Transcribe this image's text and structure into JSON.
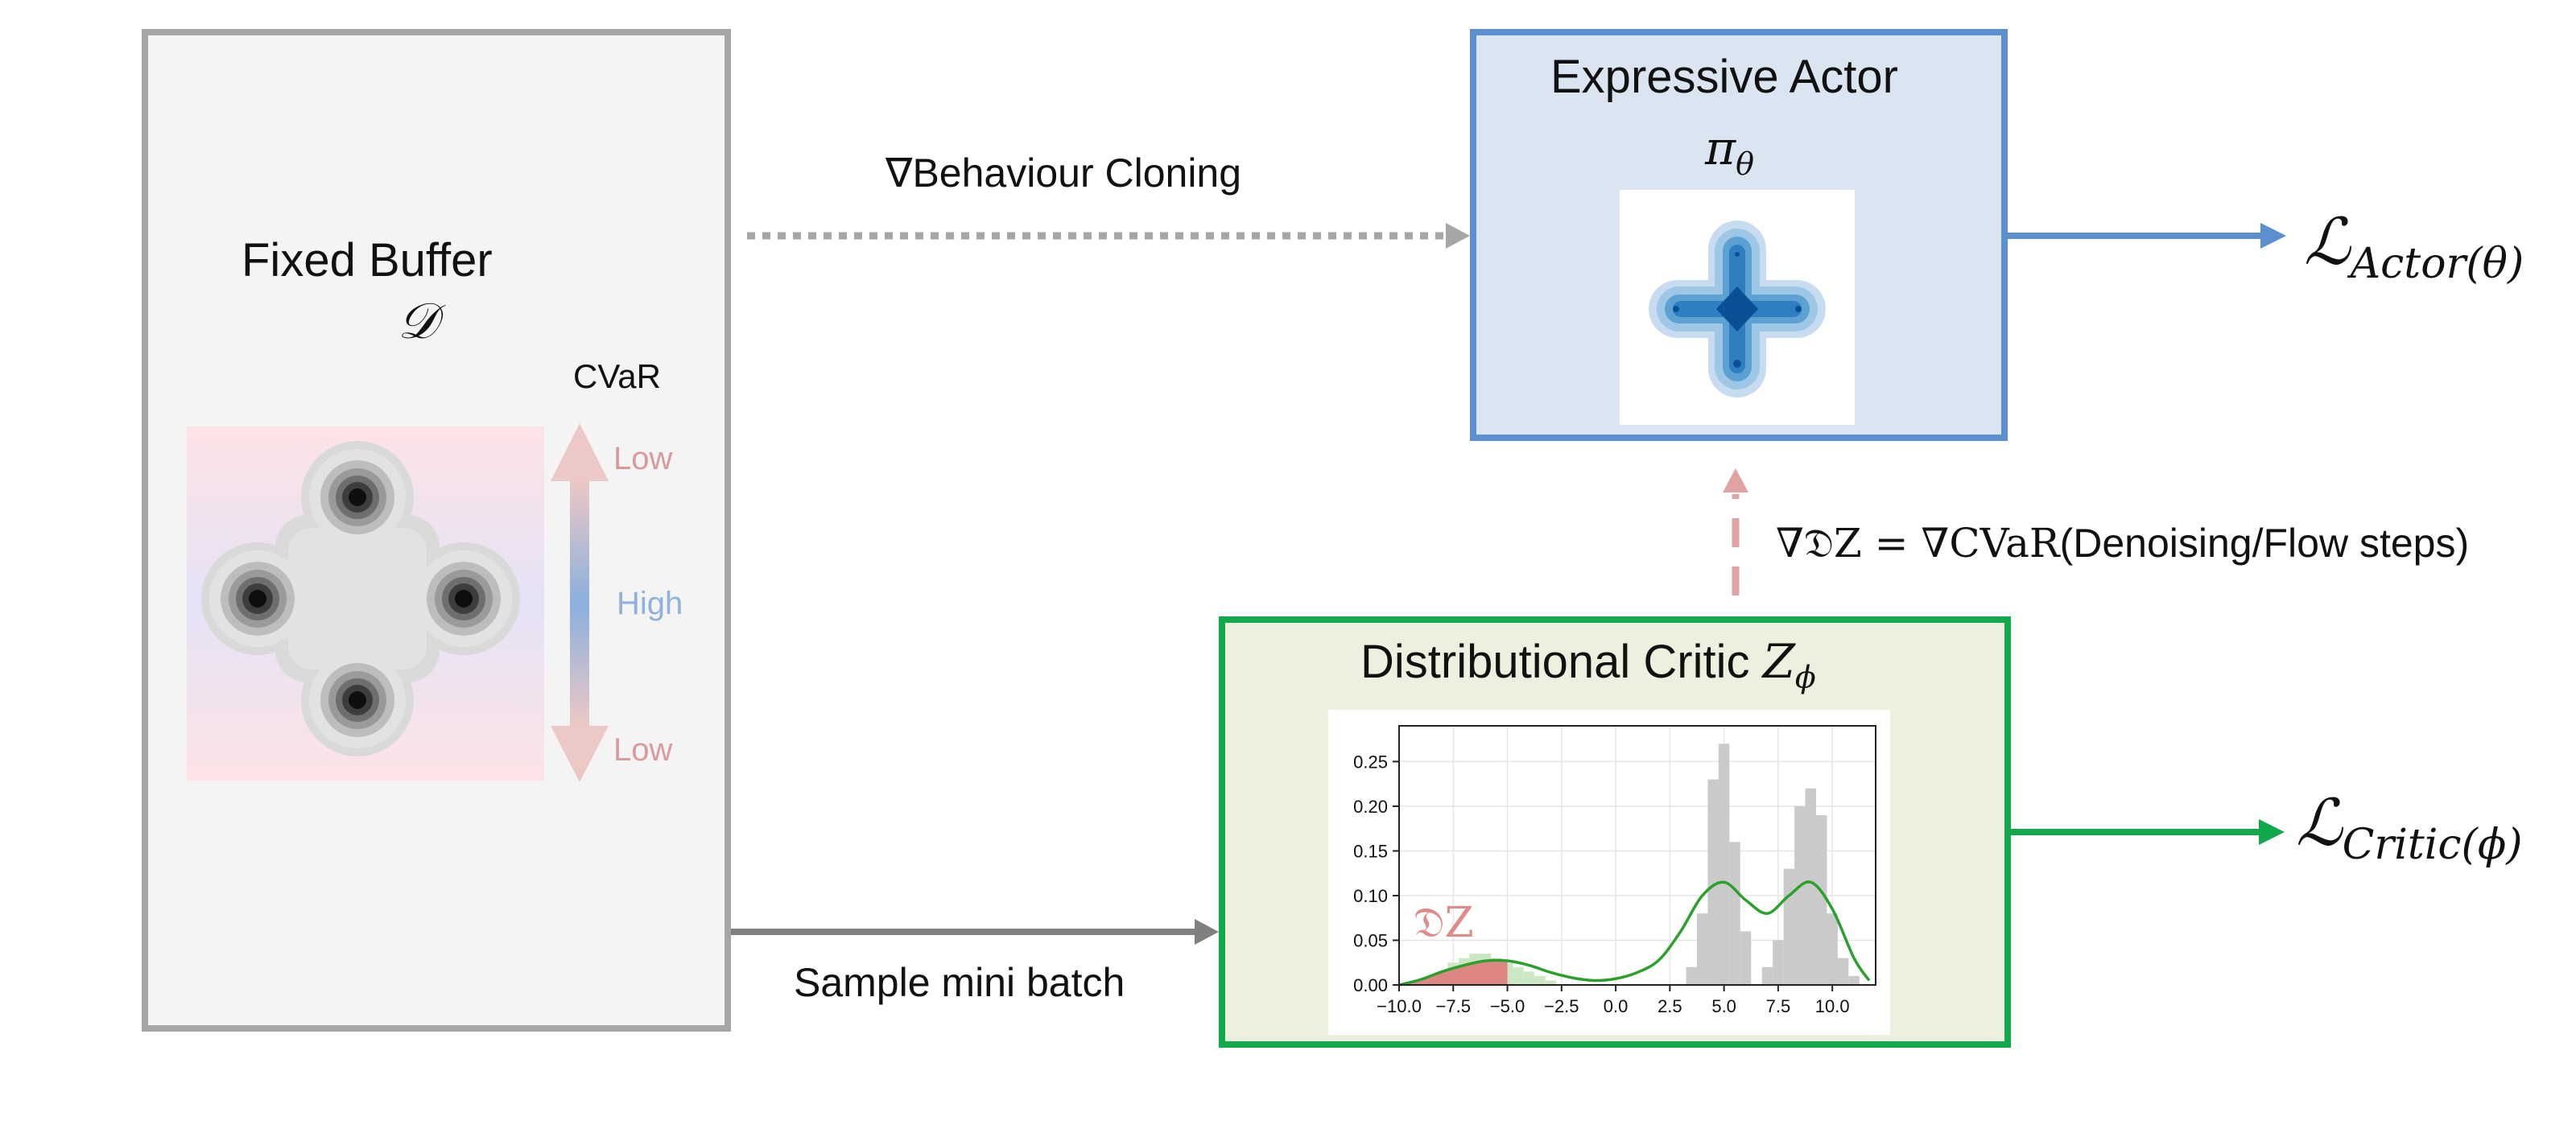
{
  "buffer": {
    "title": "Fixed Buffer",
    "symbol": "𝒟",
    "cvar_label": "CVaR",
    "scale_top": "Low",
    "scale_mid": "High",
    "scale_bottom": "Low",
    "colors": {
      "border": "#a6a6a6",
      "fill": "#f4f4f4",
      "low": "#d89a9a",
      "high": "#8fb1dc"
    }
  },
  "actor": {
    "title": "Expressive Actor",
    "symbol": "π",
    "symbol_sub": "θ",
    "loss": "ℒ",
    "loss_sub": "Actor(θ)",
    "colors": {
      "border": "#5b8fd0",
      "fill": "#dbe5f1",
      "density": "#1f5fae"
    }
  },
  "critic": {
    "title": "Distributional Critic ",
    "symbol": "Z",
    "symbol_sub": "ϕ",
    "loss": "ℒ",
    "loss_sub": "Critic(ϕ)",
    "dz_label": "𝔇Z",
    "colors": {
      "border": "#12a84c",
      "fill": "#ebf1de",
      "curve": "#2ca02c",
      "tail": "#e07b7b"
    }
  },
  "arrows": {
    "bc_label": "∇Behaviour Cloning",
    "sample_label": "Sample mini batch",
    "grad_label_math": "∇𝔇Z = ∇CVaR",
    "grad_label_text": "(Denoising/Flow steps)"
  },
  "chart_data": {
    "type": "bar",
    "title": "",
    "xlabel": "",
    "ylabel": "",
    "xlim": [
      -10.0,
      12.0
    ],
    "ylim": [
      0.0,
      0.29
    ],
    "xticks": [
      "−10.0",
      "−7.5",
      "−5.0",
      "−2.5",
      "0.0",
      "2.5",
      "5.0",
      "7.5",
      "10.0"
    ],
    "yticks": [
      "0.00",
      "0.05",
      "0.10",
      "0.15",
      "0.20",
      "0.25"
    ],
    "grid": true,
    "histogram": {
      "bin_width": 0.5,
      "bins": [
        {
          "x": -9.0,
          "y": 0.005
        },
        {
          "x": -8.5,
          "y": 0.01
        },
        {
          "x": -8.0,
          "y": 0.015
        },
        {
          "x": -7.5,
          "y": 0.025
        },
        {
          "x": -7.0,
          "y": 0.03
        },
        {
          "x": -6.5,
          "y": 0.035
        },
        {
          "x": -6.0,
          "y": 0.035
        },
        {
          "x": -5.5,
          "y": 0.03
        },
        {
          "x": -5.0,
          "y": 0.025
        },
        {
          "x": -4.5,
          "y": 0.02
        },
        {
          "x": -4.0,
          "y": 0.015
        },
        {
          "x": -3.5,
          "y": 0.01
        },
        {
          "x": -3.0,
          "y": 0.005
        },
        {
          "x": 3.5,
          "y": 0.02
        },
        {
          "x": 4.0,
          "y": 0.08
        },
        {
          "x": 4.5,
          "y": 0.23
        },
        {
          "x": 5.0,
          "y": 0.27
        },
        {
          "x": 5.5,
          "y": 0.16
        },
        {
          "x": 6.0,
          "y": 0.06
        },
        {
          "x": 7.0,
          "y": 0.02
        },
        {
          "x": 7.5,
          "y": 0.05
        },
        {
          "x": 8.0,
          "y": 0.13
        },
        {
          "x": 8.5,
          "y": 0.2
        },
        {
          "x": 9.0,
          "y": 0.22
        },
        {
          "x": 9.5,
          "y": 0.19
        },
        {
          "x": 10.0,
          "y": 0.08
        },
        {
          "x": 10.5,
          "y": 0.03
        },
        {
          "x": 11.0,
          "y": 0.01
        }
      ]
    },
    "density_curve": [
      {
        "x": -10.0,
        "y": 0.0
      },
      {
        "x": -9.0,
        "y": 0.006
      },
      {
        "x": -8.0,
        "y": 0.015
      },
      {
        "x": -7.0,
        "y": 0.022
      },
      {
        "x": -6.0,
        "y": 0.027
      },
      {
        "x": -5.0,
        "y": 0.027
      },
      {
        "x": -4.0,
        "y": 0.022
      },
      {
        "x": -3.0,
        "y": 0.014
      },
      {
        "x": -2.0,
        "y": 0.008
      },
      {
        "x": -1.0,
        "y": 0.005
      },
      {
        "x": 0.0,
        "y": 0.007
      },
      {
        "x": 1.0,
        "y": 0.014
      },
      {
        "x": 2.0,
        "y": 0.028
      },
      {
        "x": 3.0,
        "y": 0.06
      },
      {
        "x": 4.0,
        "y": 0.1
      },
      {
        "x": 5.0,
        "y": 0.115
      },
      {
        "x": 6.0,
        "y": 0.095
      },
      {
        "x": 7.0,
        "y": 0.08
      },
      {
        "x": 8.0,
        "y": 0.1
      },
      {
        "x": 9.0,
        "y": 0.115
      },
      {
        "x": 10.0,
        "y": 0.085
      },
      {
        "x": 11.0,
        "y": 0.03
      },
      {
        "x": 11.7,
        "y": 0.005
      }
    ],
    "shaded_tail_max_x": -5.0
  }
}
